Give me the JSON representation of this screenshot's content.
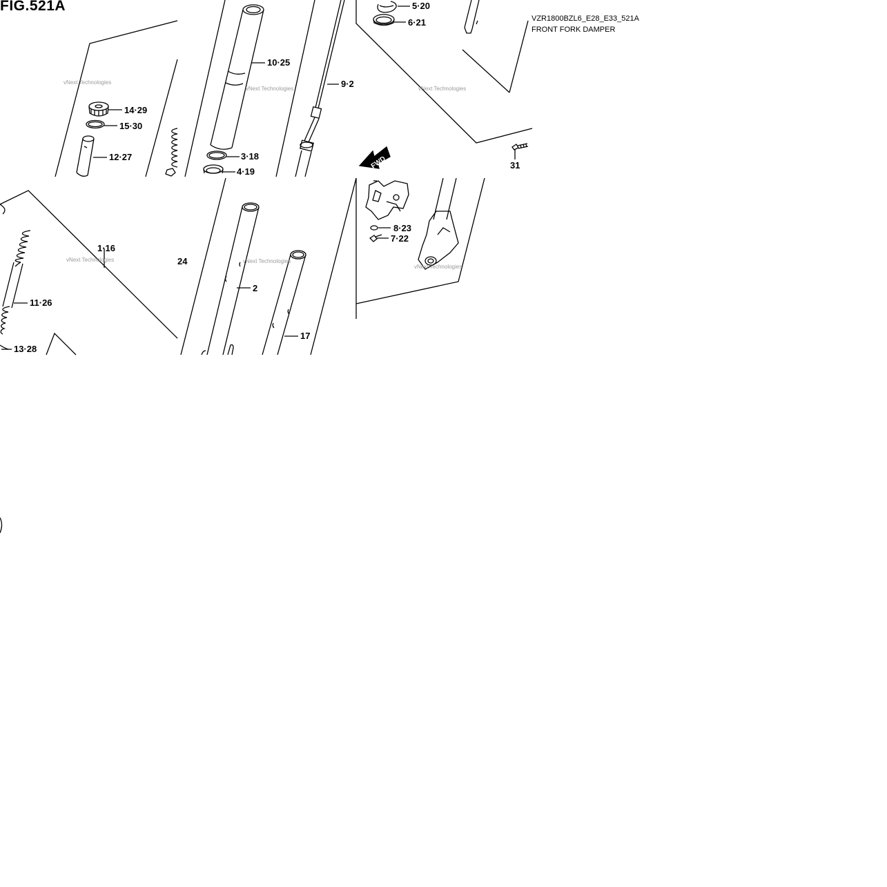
{
  "figure_title": "FIG.521A",
  "figure_code": "VZR1800BZL6_E28_E33_521A",
  "figure_caption": "FRONT FORK DAMPER",
  "watermark": "vNext Technologies",
  "direction_label": "FWD",
  "callouts": {
    "c14": "14·29",
    "c15": "15·30",
    "c12": "12·27",
    "c10": "10·25",
    "c9": "9·2",
    "c3": "3·18",
    "c4": "4·19",
    "c5": "5·20",
    "c6": "6·21",
    "c31": "31",
    "c1": "1·16",
    "c24": "24",
    "c11": "11·26",
    "c13": "13·28",
    "c2": "2",
    "c17": "17",
    "c8": "8·23",
    "c7": "7·22"
  },
  "colors": {
    "ink": "#000000",
    "watermark": "#9a9a9a",
    "background": "#ffffff"
  }
}
